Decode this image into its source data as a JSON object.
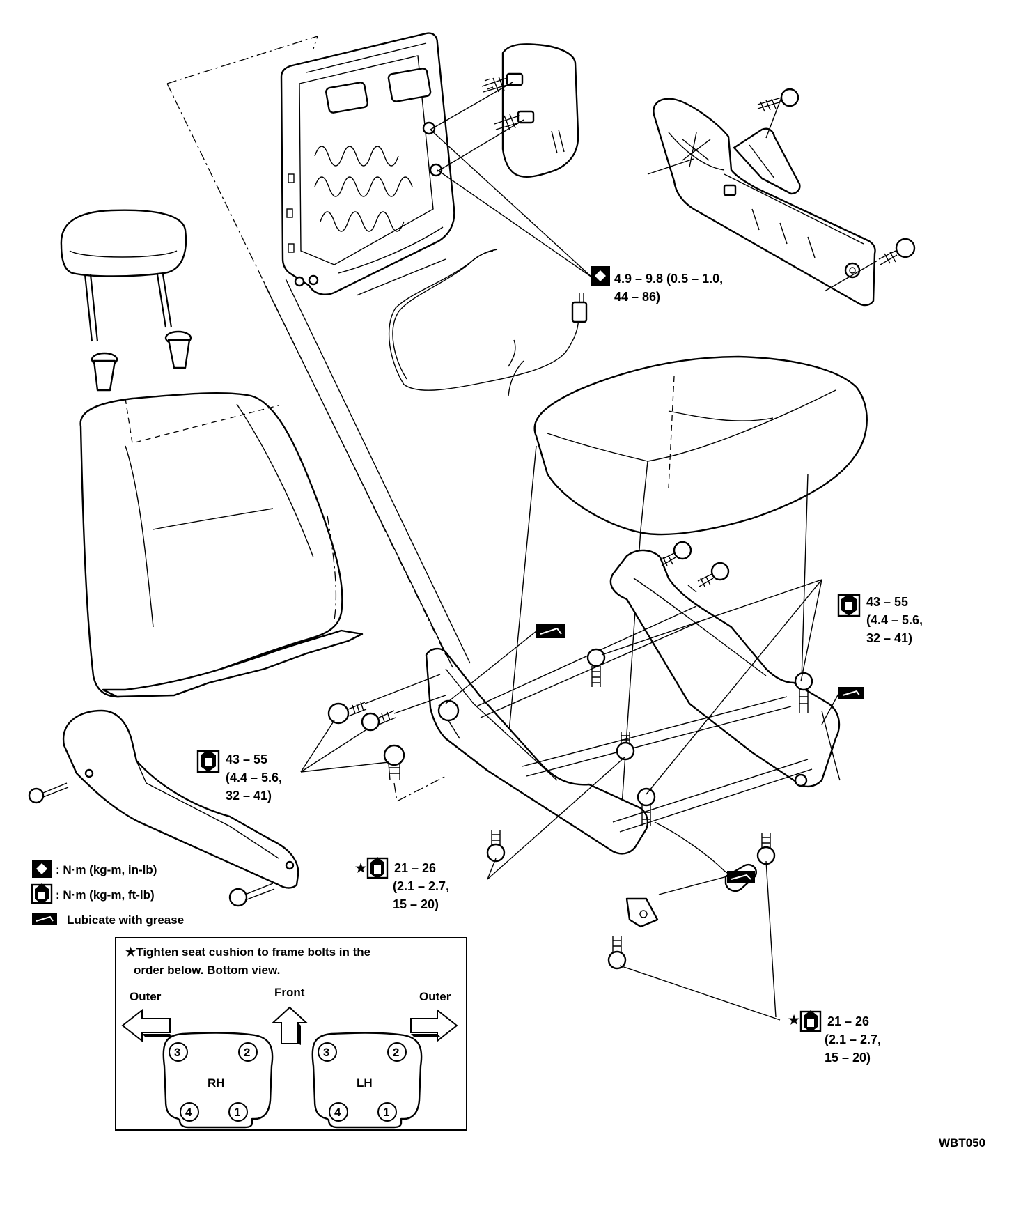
{
  "figure_code": "WBT050",
  "torque_callouts": {
    "seatback_bolts": {
      "line1": "4.9 – 9.8 (0.5 – 1.0,",
      "line2": "44 – 86)"
    },
    "right_frame": {
      "line1": "43 – 55",
      "line2": "(4.4 – 5.6,",
      "line3": "32 – 41)"
    },
    "left_frame": {
      "line1": "43 – 55",
      "line2": "(4.4 – 5.6,",
      "line3": "32 – 41)"
    },
    "front_cushion": {
      "star": "★",
      "line1": "21 – 26",
      "line2": "(2.1 – 2.7,",
      "line3": "15 – 20)"
    },
    "rear_cushion": {
      "star": "★",
      "line1": "21 – 26",
      "line2": "(2.1 – 2.7,",
      "line3": "15 – 20)"
    }
  },
  "legend": [
    {
      "icon": "torque-in-lb-icon",
      "text": ": N·m (kg-m, in-lb)"
    },
    {
      "icon": "torque-ft-lb-icon",
      "text": ": N·m (kg-m, ft-lb)"
    },
    {
      "icon": "grease-icon",
      "text": "Lubicate with grease"
    }
  ],
  "bolt_order": {
    "title_line1": "★Tighten seat cushion to frame bolts in the",
    "title_line2": "order below.  Bottom view.",
    "outer_left": "Outer",
    "front": "Front",
    "outer_right": "Outer",
    "rh": {
      "label": "RH",
      "n1": "1",
      "n2": "2",
      "n3": "3",
      "n4": "4"
    },
    "lh": {
      "label": "LH",
      "n1": "1",
      "n2": "2",
      "n3": "3",
      "n4": "4"
    }
  }
}
